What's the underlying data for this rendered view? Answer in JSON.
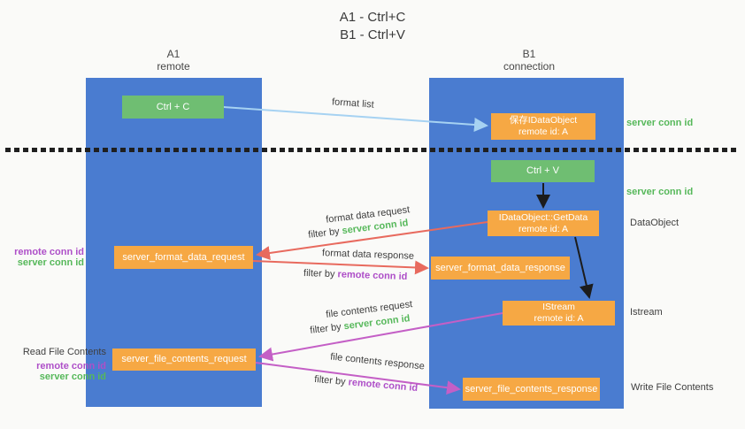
{
  "title": {
    "line1": "A1 - Ctrl+C",
    "line2": "B1 - Ctrl+V"
  },
  "columns": {
    "left": {
      "header_line1": "A1",
      "header_line2": "remote"
    },
    "right": {
      "header_line1": "B1",
      "header_line2": "connection"
    }
  },
  "nodes": {
    "ctrl_c": "Ctrl + C",
    "ctrl_v": "Ctrl + V",
    "save_dataobject_line1": "保存IDataObject",
    "save_dataobject_line2": "remote id: A",
    "getdata_line1": "IDataObject::GetData",
    "getdata_line2": "remote id: A",
    "istream_line1": "IStream",
    "istream_line2": "remote id: A",
    "format_request": "server_format_data_request",
    "format_response": "server_format_data_response",
    "file_request": "server_file_contents_request",
    "file_response": "server_file_contents_response"
  },
  "arrow_labels": {
    "format_list": "format list",
    "format_data_request": "format data request",
    "format_data_request_filter_prefix": "filter by ",
    "format_data_request_filter_value": "server conn id",
    "format_data_response": "format data response",
    "format_data_response_filter_prefix": "filter by ",
    "format_data_response_filter_value": "remote conn id",
    "file_contents_request": "file contents request",
    "file_contents_request_filter_prefix": "filter by ",
    "file_contents_request_filter_value": "server conn id",
    "file_contents_response": "file contents response",
    "file_contents_response_filter_prefix": "filter by ",
    "file_contents_response_filter_value": "remote conn id"
  },
  "side_labels": {
    "server_conn_id_top": "server conn id",
    "server_conn_id_mid": "server conn id",
    "dataobject": "DataObject",
    "istream": "Istream",
    "write_file_contents": "Write File Contents",
    "read_file_contents": "Read File Contents",
    "remote_conn_id_1": "remote conn id",
    "server_conn_id_1": "server conn id",
    "remote_conn_id_2": "remote conn id",
    "server_conn_id_2": "server conn id"
  },
  "colors": {
    "column_blue": "#4a7cd0",
    "green_box": "#6fbe72",
    "orange_box": "#f6a844",
    "arrow_blue": "#a6d2f2",
    "arrow_red": "#e86a5e",
    "arrow_magenta": "#c45fc6",
    "arrow_black": "#1c1c1c",
    "text_green": "#56b85a",
    "text_purple": "#ae4fc8"
  }
}
